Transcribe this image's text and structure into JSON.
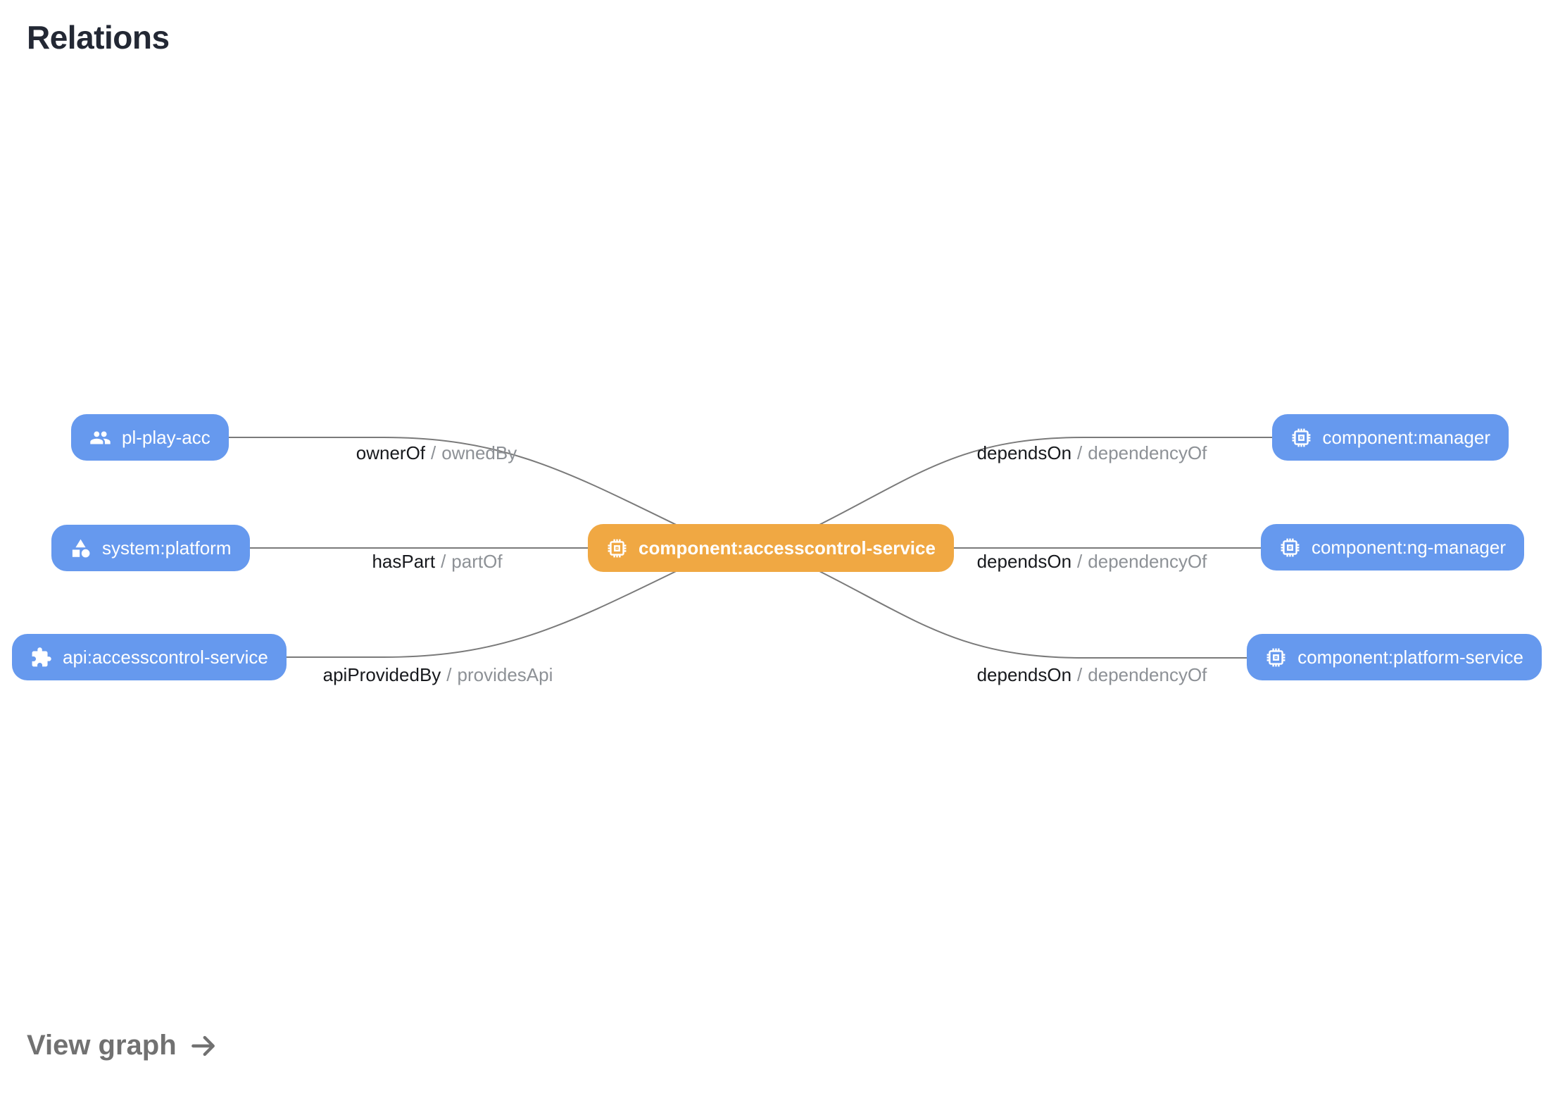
{
  "page": {
    "title": "Relations",
    "view_graph_label": "View graph"
  },
  "colors": {
    "node_blue": "#6699ee",
    "node_orange": "#f0a843",
    "edge_line": "#7a7a7a",
    "label_primary": "#17191d",
    "label_secondary": "#8d9196",
    "title_color": "#232834",
    "link_color": "#717171"
  },
  "graph": {
    "label_separator": "/",
    "center_node": {
      "label": "component:accesscontrol-service",
      "icon": "memory-icon",
      "color": "orange"
    },
    "left_nodes": [
      {
        "label": "pl-play-acc",
        "icon": "people-icon"
      },
      {
        "label": "system:platform",
        "icon": "category-icon"
      },
      {
        "label": "api:accesscontrol-service",
        "icon": "extension-icon"
      }
    ],
    "right_nodes": [
      {
        "label": "component:manager",
        "icon": "memory-icon"
      },
      {
        "label": "component:ng-manager",
        "icon": "memory-icon"
      },
      {
        "label": "component:platform-service",
        "icon": "memory-icon"
      }
    ],
    "edge_labels": [
      {
        "forward": "ownerOf",
        "reverse": "ownedBy"
      },
      {
        "forward": "hasPart",
        "reverse": "partOf"
      },
      {
        "forward": "apiProvidedBy",
        "reverse": "providesApi"
      },
      {
        "forward": "dependsOn",
        "reverse": "dependencyOf"
      },
      {
        "forward": "dependsOn",
        "reverse": "dependencyOf"
      },
      {
        "forward": "dependsOn",
        "reverse": "dependencyOf"
      }
    ]
  }
}
